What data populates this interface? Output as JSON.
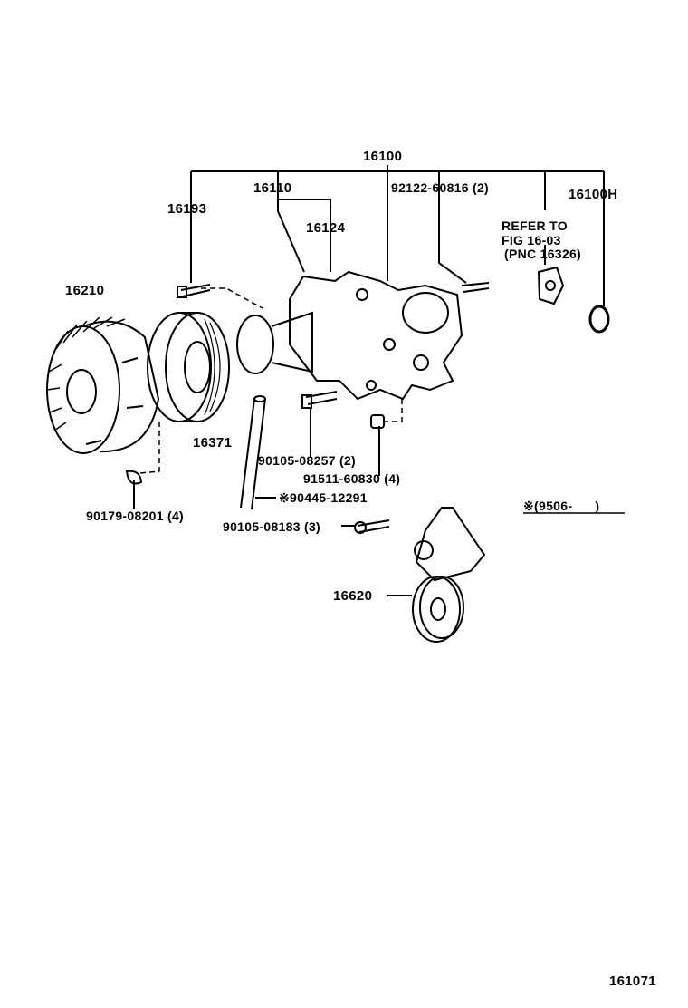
{
  "diagram": {
    "labels": {
      "assembly": "16100",
      "p16110": "16110",
      "p16124": "16124",
      "p16193": "16193",
      "bolt_92122": "92122-60816 (2)",
      "p16100H": "16100H",
      "refer_line1": "REFER TO",
      "refer_line2": "FIG 16-03",
      "refer_line3": "(PNC 16326)",
      "p16210": "16210",
      "p16371": "16371",
      "bolt_90105_08257": "90105-08257 (2)",
      "nut_91511": "91511-60830 (4)",
      "nut_90179": "90179-08201 (4)",
      "hose_90445": "※90445-12291",
      "bolt_90105_08183": "90105-08183 (3)",
      "note_9506": "※(9506-      )",
      "p16620": "16620",
      "figure_number": "161071"
    }
  }
}
